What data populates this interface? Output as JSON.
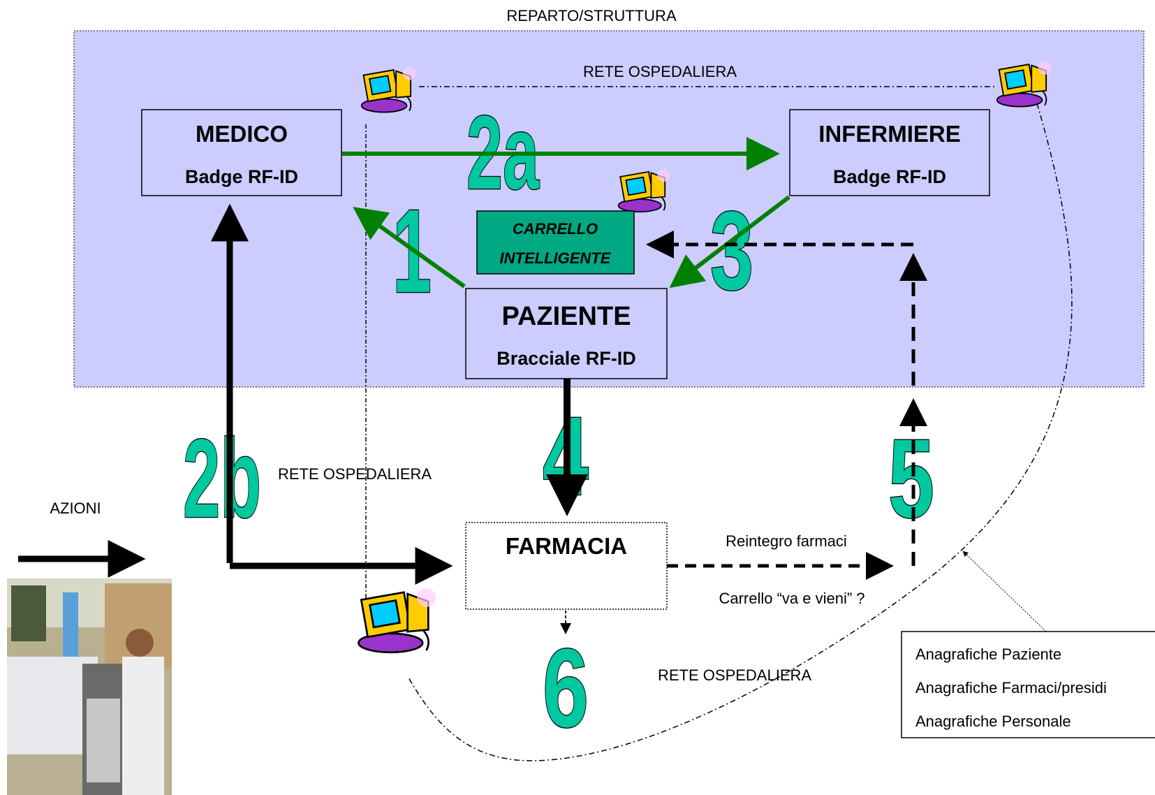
{
  "region": {
    "title": "REPARTO/STRUTTURA"
  },
  "network_labels": {
    "top": "RETE OSPEDALIERA",
    "middle": "RETE OSPEDALIERA",
    "bottom": "RETE OSPEDALIERA"
  },
  "nodes": {
    "medico": {
      "title": "MEDICO",
      "subtitle": "Badge RF-ID"
    },
    "infermiere": {
      "title": "INFERMIERE",
      "subtitle": "Badge RF-ID"
    },
    "carrello": {
      "line1": "CARRELLO",
      "line2": "INTELLIGENTE"
    },
    "paziente": {
      "title": "PAZIENTE",
      "subtitle": "Bracciale RF-ID"
    },
    "farmacia": {
      "title": "FARMACIA"
    }
  },
  "steps": [
    "1",
    "2a",
    "2b",
    "3",
    "4",
    "5",
    "6"
  ],
  "edge_labels": {
    "reintegro": "Reintegro farmaci",
    "carrello_va_vieni": "Carrello “va e vieni” ?"
  },
  "legend": {
    "actions": "AZIONI"
  },
  "registry": {
    "items": [
      "Anagrafiche Paziente",
      "Anagrafiche Farmaci/presidi",
      "Anagrafiche Personale"
    ]
  },
  "colors": {
    "region_fill": "#ccccff",
    "flow_green": "#008000",
    "step_fill": "#00c8a0",
    "carrello_fill": "#00a884"
  }
}
